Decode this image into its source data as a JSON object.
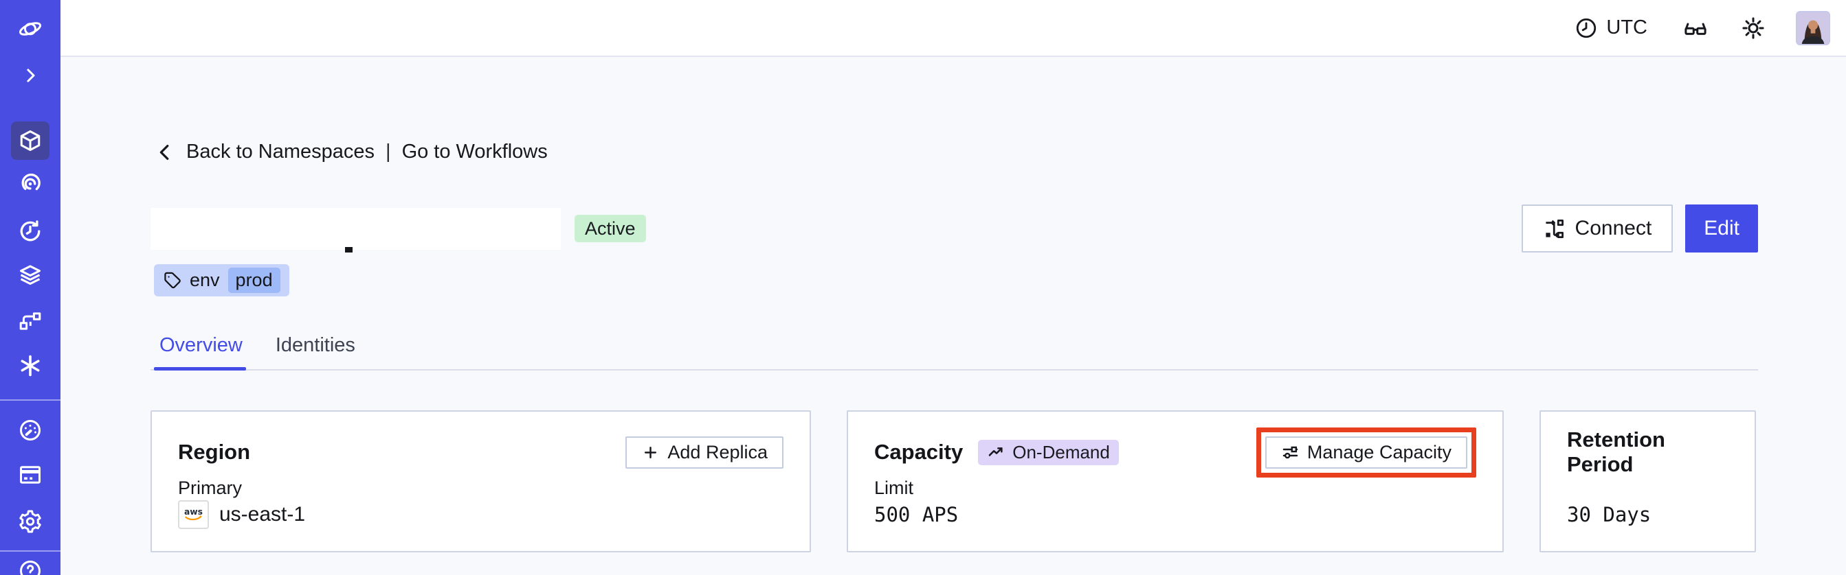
{
  "topbar": {
    "timezone_label": "UTC"
  },
  "sidebar": {
    "active_item": "namespaces",
    "icons": [
      "temporal-logo",
      "expand-chevron",
      "namespaces",
      "workflows",
      "schedules",
      "deployments",
      "nexus",
      "batch-operations",
      "usage",
      "billing",
      "settings",
      "help"
    ]
  },
  "breadcrumb": {
    "back_label": "Back to Namespaces",
    "separator": "|",
    "workflows_label": "Go to Workflows"
  },
  "header": {
    "status_badge": "Active",
    "tag_key": "env",
    "tag_value": "prod",
    "connect_label": "Connect",
    "edit_label": "Edit"
  },
  "tabs": {
    "overview": "Overview",
    "identities": "Identities"
  },
  "cards": {
    "region": {
      "title": "Region",
      "action_label": "Add Replica",
      "label": "Primary",
      "provider": "aws",
      "value": "us-east-1"
    },
    "capacity": {
      "title": "Capacity",
      "badge": "On-Demand",
      "action_label": "Manage Capacity",
      "label": "Limit",
      "value": "500 APS"
    },
    "retention": {
      "title": "Retention Period",
      "value": "30 Days"
    }
  },
  "colors": {
    "accent": "#444ce7",
    "sidebar_bg": "#4a4de2",
    "sidebar_active_bg": "#44459e",
    "page_bg": "#f8f9fc",
    "card_border": "#ccd4e4",
    "status_active_bg": "#c9f1d1",
    "ondemand_badge_bg": "#ded4fa",
    "tag_bg": "#c6d3fb",
    "tag_chip_bg": "#9db9f8",
    "annotation_red": "#e8401f",
    "aws_smile_orange": "#ff9900"
  }
}
